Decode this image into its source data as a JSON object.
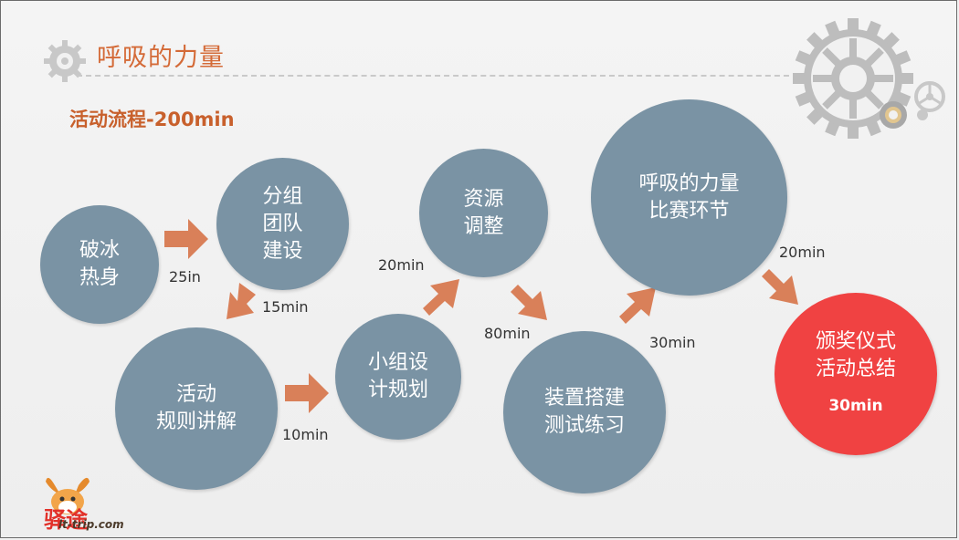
{
  "title": "呼吸的力量",
  "subtitle": "活动流程-200min",
  "nodes": {
    "icebreak": [
      "破冰",
      "热身"
    ],
    "group": [
      "分组",
      "团队",
      "建设"
    ],
    "rules": [
      "活动",
      "规则讲解"
    ],
    "plan": [
      "小组设",
      "计规划"
    ],
    "resource": [
      "资源",
      "调整"
    ],
    "build": [
      "装置搭建",
      "测试练习"
    ],
    "contest": [
      "呼吸的力量",
      "比赛环节"
    ],
    "award": [
      "颁奖仪式",
      "活动总结"
    ],
    "award_time": "30min"
  },
  "durations": {
    "a1": "25in",
    "a2": "15min",
    "a3": "10min",
    "a4": "20min",
    "a5": "80min",
    "a6": "30min",
    "a7": "20min"
  },
  "logo": {
    "mark": "驿途",
    "url": "lt-trip.com"
  },
  "colors": {
    "node": "#7a93a4",
    "final": "#f04242",
    "arrow": "#d98059",
    "accent": "#d46a37"
  }
}
